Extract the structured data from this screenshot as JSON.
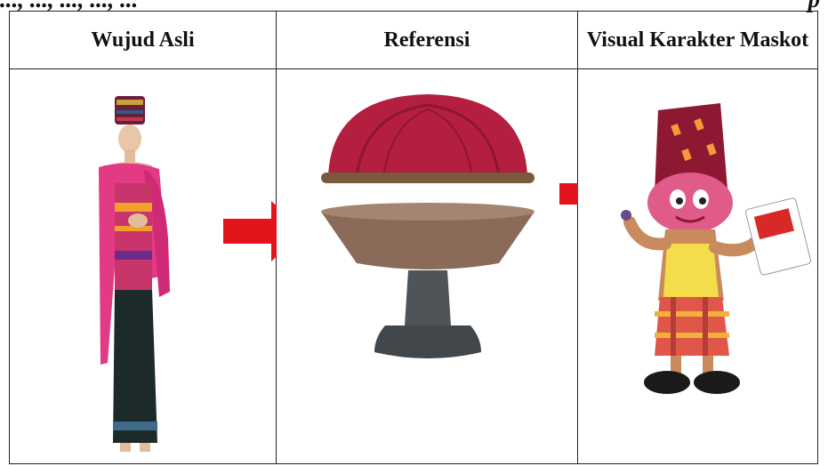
{
  "document": {
    "cut_caption_left": "..., ..., ..., ..., ...",
    "cut_caption_right": "p"
  },
  "table": {
    "headers": [
      "Wujud Asli",
      "Referensi",
      "Visual Karakter Maskot"
    ]
  },
  "icons": {
    "arrow": "right-arrow-icon"
  },
  "colors": {
    "arrow": "#e3141b",
    "scarf": "#e33a86",
    "sarong": "#1d2a2a",
    "lid": "#b41f3f",
    "bowl": "#8a6a58",
    "stand": "#4e5458",
    "mascot_skin": "#c98a5e",
    "mascot_hat": "#8e1832",
    "mascot_vest": "#f4dc4a",
    "ballot_red": "#d92828"
  }
}
